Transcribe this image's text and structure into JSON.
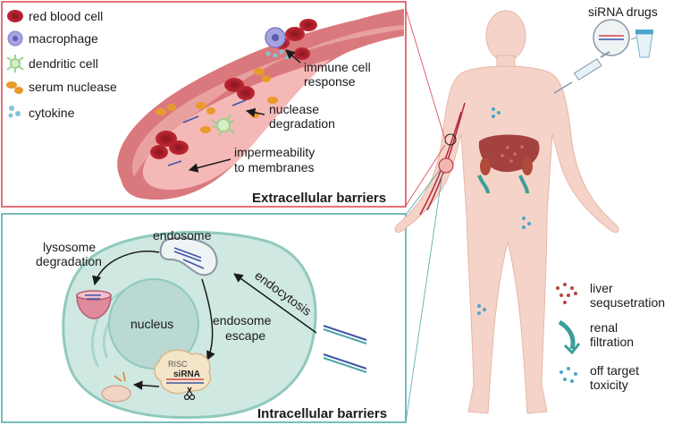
{
  "legend": {
    "items": [
      {
        "label": "red blood cell",
        "icon": "red-blood-cell-icon"
      },
      {
        "label": "macrophage",
        "icon": "macrophage-icon"
      },
      {
        "label": "dendritic cell",
        "icon": "dendritic-cell-icon"
      },
      {
        "label": "serum nuclease",
        "icon": "serum-nuclease-icon"
      },
      {
        "label": "cytokine",
        "icon": "cytokine-icon"
      }
    ]
  },
  "extracellular": {
    "title": "Extracellular barriers",
    "annotations": {
      "immune_1": "immune cell",
      "immune_2": "response",
      "nuclease_1": "nuclease",
      "nuclease_2": "degradation",
      "imperm_1": "impermeability",
      "imperm_2": "to membranes"
    }
  },
  "intracellular": {
    "title": "Intracellular barriers",
    "labels": {
      "endosome": "endosome",
      "lysosome_1": "lysosome",
      "lysosome_2": "degradation",
      "nucleus": "nucleus",
      "escape_1": "endosome",
      "escape_2": "escape",
      "endocytosis": "endocytosis",
      "risc": "RISC",
      "sirna": "siRNA"
    }
  },
  "body": {
    "drugs_label": "siRNA drugs",
    "legend": [
      {
        "label_1": "liver",
        "label_2": "sequsetration",
        "icon": "liver-dots-icon"
      },
      {
        "label_1": "renal",
        "label_2": "filtration",
        "icon": "renal-arrow-icon"
      },
      {
        "label_1": "off target",
        "label_2": "toxicity",
        "icon": "off-target-dots-icon"
      }
    ]
  },
  "colors": {
    "extracellular_border": "#d9434d",
    "intracellular_border": "#4aa7a6",
    "vessel": "#d9797e",
    "vessel_inner": "#f4b9b7",
    "cell_fill": "#cfe8e2",
    "nucleus_fill": "#b9d9d2",
    "skin": "#f6d3c8",
    "arrow_teal": "#3b9f98"
  }
}
